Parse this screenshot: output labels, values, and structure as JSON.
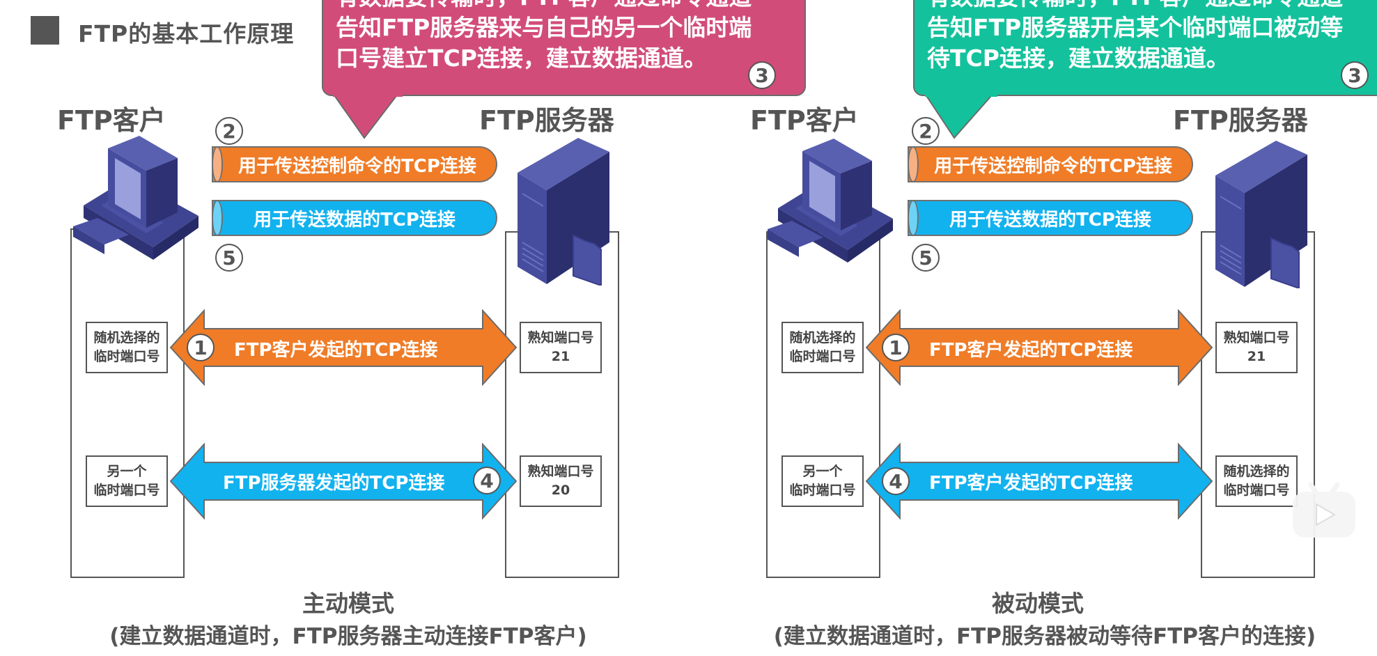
{
  "header": {
    "title": "FTP的基本工作原理"
  },
  "colors": {
    "pink_bubble": "#d24c7a",
    "green_bubble": "#13c29c",
    "orange": "#f07c27",
    "blue": "#12b2ef",
    "device": "#4a4f9c",
    "text_gray": "#555555"
  },
  "active_mode": {
    "client_label": "FTP客户",
    "server_label": "FTP服务器",
    "bubble": {
      "lines": [
        "有数据要传输时，FTP客户通过命令通道",
        "告知FTP服务器来与自己的另一个临时端",
        "口号建立TCP连接，建立数据通道。"
      ],
      "step": "3"
    },
    "control_pipe": {
      "label": "用于传送控制命令的TCP连接",
      "step": "2"
    },
    "data_pipe": {
      "label": "用于传送数据的TCP连接",
      "step": "5"
    },
    "connection1": {
      "label": "FTP客户发起的TCP连接",
      "step": "1",
      "client_port": [
        "随机选择的",
        "临时端口号"
      ],
      "server_port": [
        "熟知端口号",
        "21"
      ]
    },
    "connection2": {
      "label": "FTP服务器发起的TCP连接",
      "step": "4",
      "client_port": [
        "另一个",
        "临时端口号"
      ],
      "server_port": [
        "熟知端口号",
        "20"
      ]
    },
    "title": "主动模式",
    "description": "(建立数据通道时，FTP服务器主动连接FTP客户)"
  },
  "passive_mode": {
    "client_label": "FTP客户",
    "server_label": "FTP服务器",
    "bubble": {
      "lines": [
        "有数据要传输时，FTP客户通过命令通道",
        "告知FTP服务器开启某个临时端口被动等",
        "待TCP连接，建立数据通道。"
      ],
      "step": "3"
    },
    "control_pipe": {
      "label": "用于传送控制命令的TCP连接",
      "step": "2"
    },
    "data_pipe": {
      "label": "用于传送数据的TCP连接",
      "step": "5"
    },
    "connection1": {
      "label": "FTP客户发起的TCP连接",
      "step": "1",
      "client_port": [
        "随机选择的",
        "临时端口号"
      ],
      "server_port": [
        "熟知端口号",
        "21"
      ]
    },
    "connection2": {
      "label": "FTP客户发起的TCP连接",
      "step": "4",
      "client_port": [
        "另一个",
        "临时端口号"
      ],
      "server_port": [
        "随机选择的",
        "临时端口号"
      ]
    },
    "title": "被动模式",
    "description": "(建立数据通道时，FTP服务器被动等待FTP客户的连接)"
  },
  "overlay": {
    "icon": "video-play-icon"
  }
}
